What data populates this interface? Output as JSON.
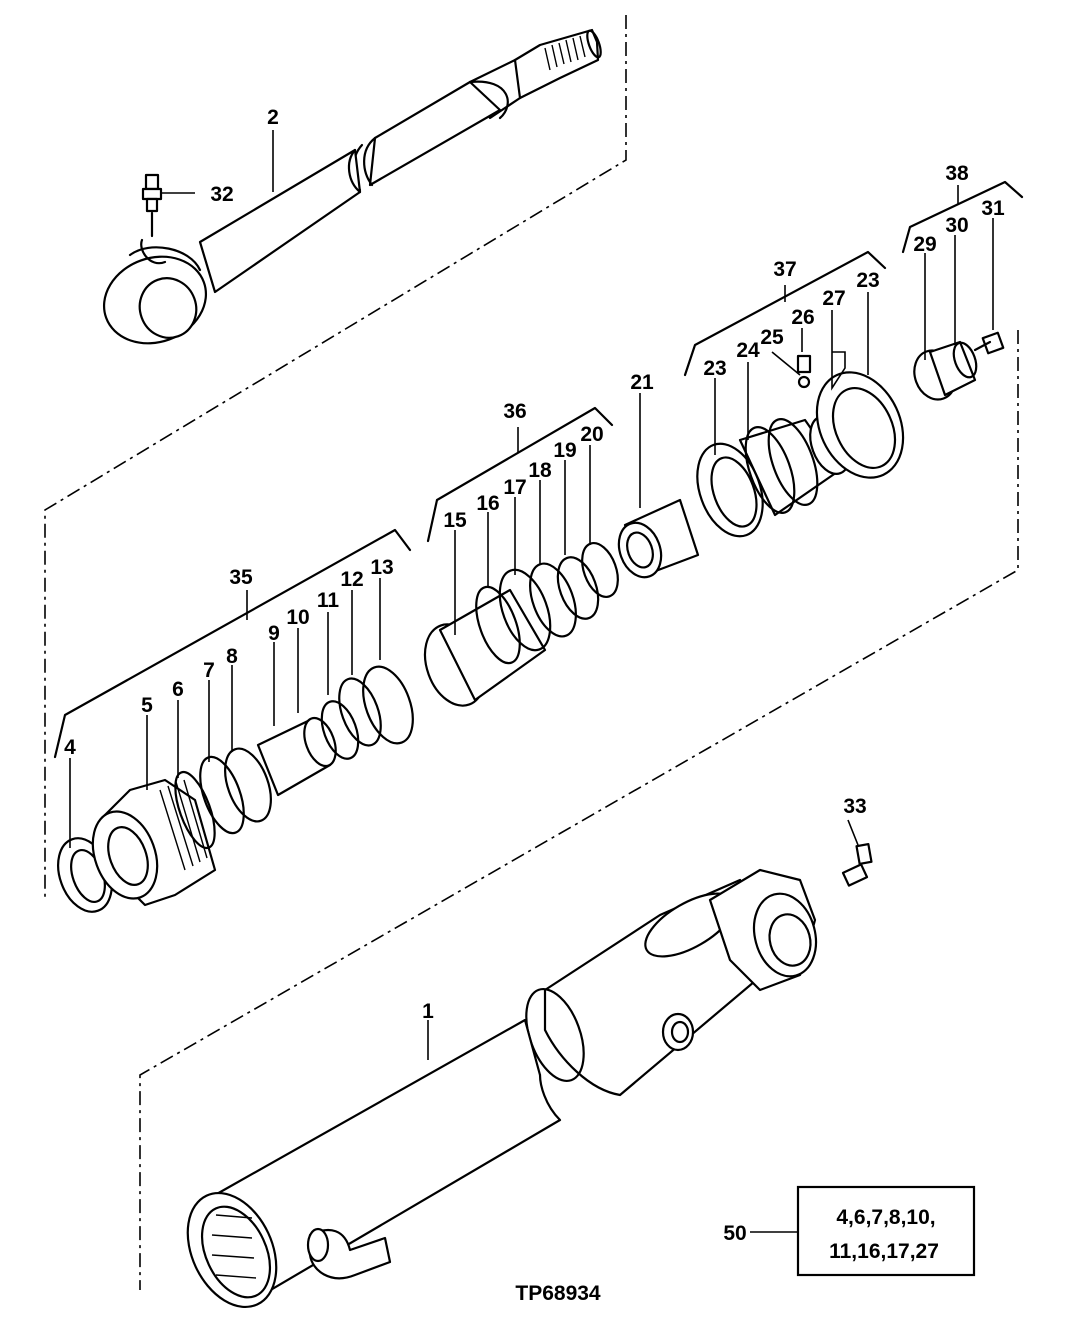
{
  "figure_id": "TP68934",
  "callouts": {
    "c1": "1",
    "c2": "2",
    "c4": "4",
    "c5": "5",
    "c6": "6",
    "c7": "7",
    "c8": "8",
    "c9": "9",
    "c10": "10",
    "c11": "11",
    "c12": "12",
    "c13": "13",
    "c15": "15",
    "c16": "16",
    "c17": "17",
    "c18": "18",
    "c19": "19",
    "c20": "20",
    "c21": "21",
    "c23a": "23",
    "c23b": "23",
    "c24": "24",
    "c25": "25",
    "c26": "26",
    "c27": "27",
    "c29": "29",
    "c30": "30",
    "c31": "31",
    "c32": "32",
    "c33": "33",
    "c35": "35",
    "c36": "36",
    "c37": "37",
    "c38": "38",
    "c50": "50"
  },
  "kit_box": {
    "line1": "4,6,7,8,10,",
    "line2": "11,16,17,27"
  }
}
